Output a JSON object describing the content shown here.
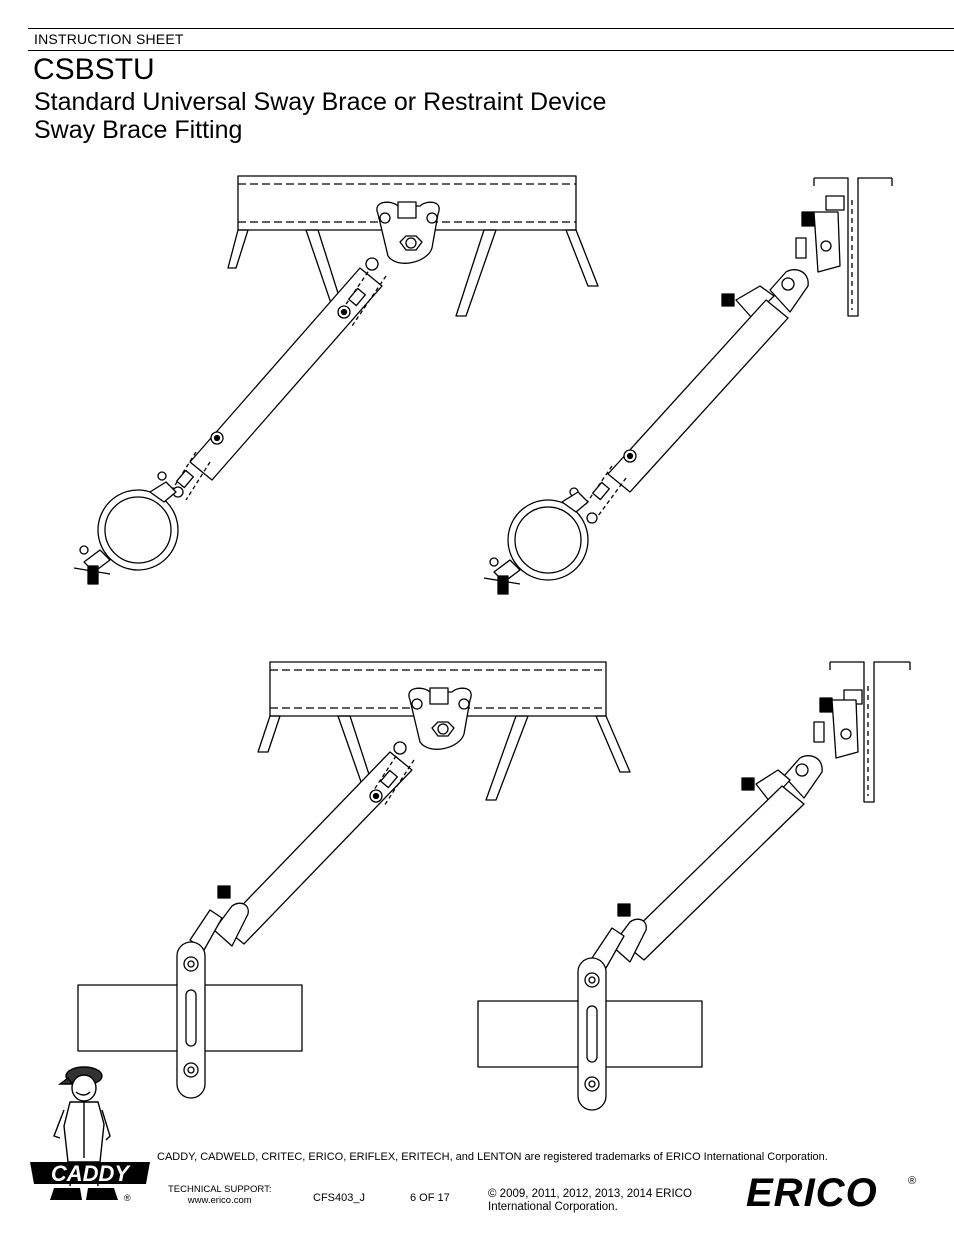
{
  "header": {
    "sheet_label": "INSTRUCTION SHEET",
    "title": "CSBSTU",
    "subtitle_line1": "Standard Universal Sway Brace or Restraint Device",
    "subtitle_line2": "Sway Brace Fitting"
  },
  "footer": {
    "trademark_notice": "CADDY, CADWELD, CRITEC, ERICO, ERIFLEX, ERITECH, and LENTON are registered trademarks of ERICO International Corporation.",
    "support_label": "TECHNICAL SUPPORT:",
    "support_url": "www.erico.com",
    "doc_code": "CFS403_J",
    "page_number": "6 OF 17",
    "copyright_line1": "© 2009, 2011, 2012, 2013, 2014 ERICO",
    "copyright_line2": "International Corporation.",
    "caddy_logo_text": "CADDY",
    "erico_logo_text": "ERICO",
    "registered_mark": "®"
  }
}
